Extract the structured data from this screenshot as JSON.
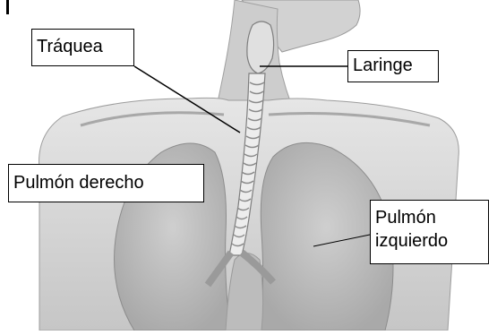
{
  "labels": {
    "traquea": "Tráquea",
    "laringe": "Laringe",
    "pulmon_derecho": "Pulmón derecho",
    "pulmon_izquierdo": "Pulmón izquierdo"
  },
  "colors": {
    "background": "#ffffff",
    "skin_light": "#d8d8d8",
    "skin_mid": "#bdbdbd",
    "skin_dark": "#8a8a8a",
    "label_border": "#000000",
    "leader_line": "#000000"
  }
}
